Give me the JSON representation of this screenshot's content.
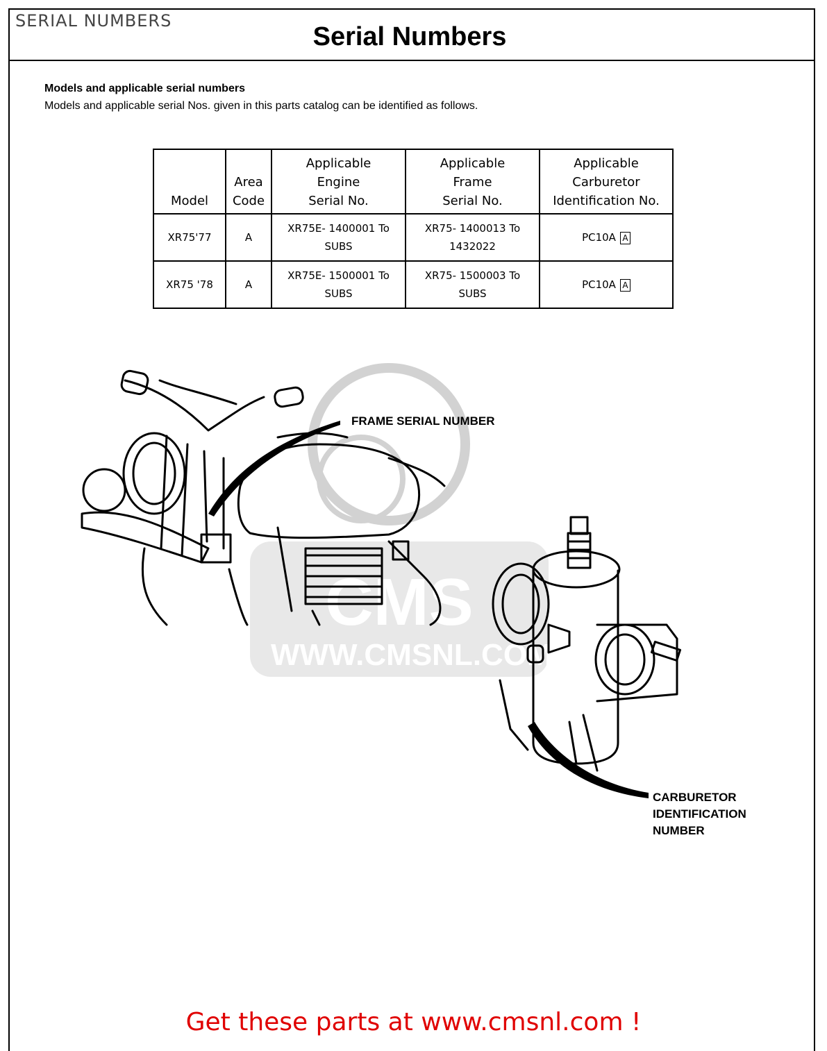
{
  "header": {
    "corner_label": "SERIAL NUMBERS",
    "title": "Serial Numbers"
  },
  "intro": {
    "heading": "Models and applicable serial numbers",
    "text": "Models and applicable serial Nos. given in this parts catalog can be identified as follows."
  },
  "table": {
    "columns": [
      [
        "Model"
      ],
      [
        "Area",
        "Code"
      ],
      [
        "Applicable",
        "Engine",
        "Serial No."
      ],
      [
        "Applicable",
        "Frame",
        "Serial No."
      ],
      [
        "Applicable",
        "Carburetor",
        "Identification No."
      ]
    ],
    "rows": [
      {
        "model": "XR75'77",
        "area": "A",
        "engine": [
          "XR75E- 1400001 To",
          "SUBS"
        ],
        "frame": [
          "XR75- 1400013 To",
          "1432022"
        ],
        "carb": "PC10A",
        "carb_mark": "A"
      },
      {
        "model": "XR75 '78",
        "area": "A",
        "engine": [
          "XR75E- 1500001 To",
          "SUBS"
        ],
        "frame": [
          "XR75- 1500003 To",
          "SUBS"
        ],
        "carb": "PC10A",
        "carb_mark": "A"
      }
    ]
  },
  "illustration": {
    "frame_label": "FRAME SERIAL NUMBER",
    "carb_label": [
      "CARBURETOR",
      "IDENTIFICATION",
      "NUMBER"
    ],
    "watermark": "WWW.CMSNL.COM"
  },
  "footer": {
    "link_text": "Get these parts at www.cmsnl.com !"
  }
}
